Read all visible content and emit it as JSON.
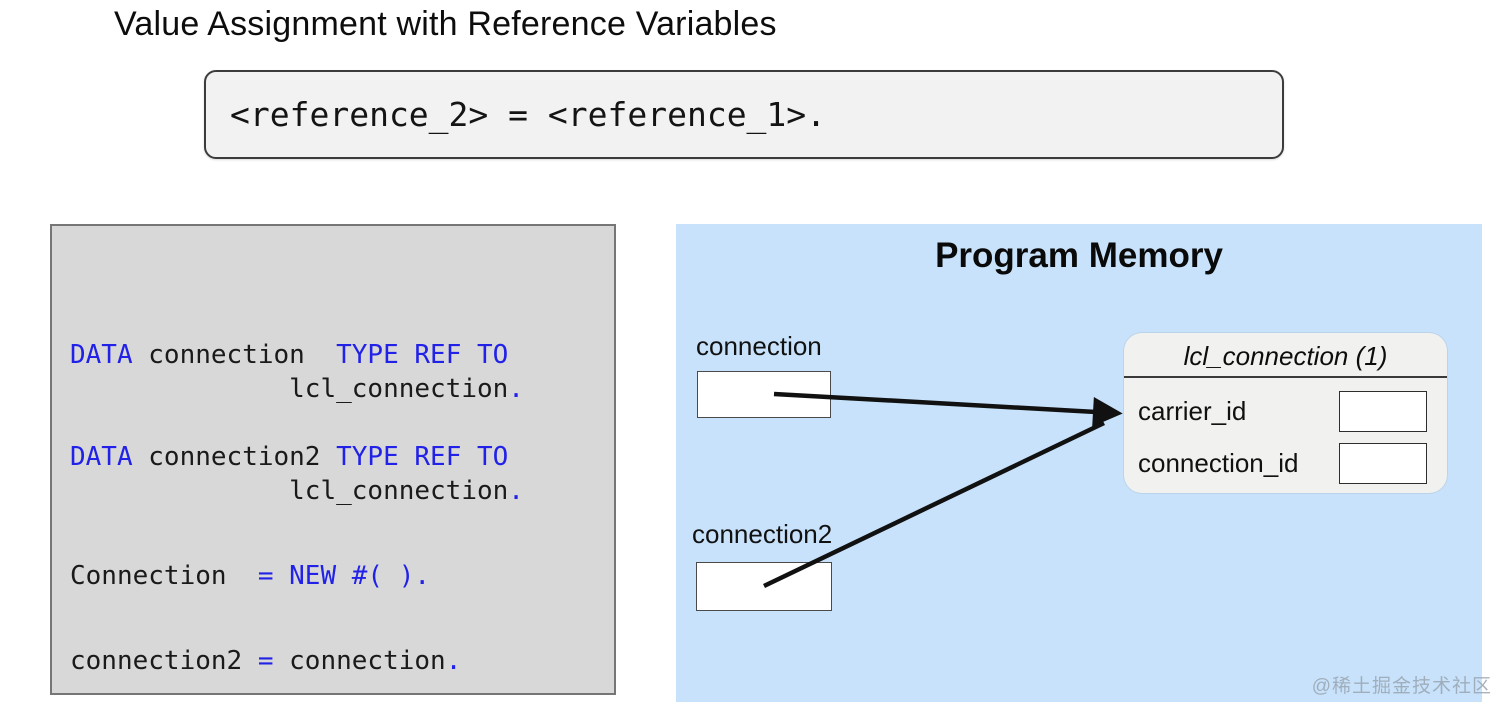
{
  "title": "Value Assignment with Reference Variables",
  "syntax_box": {
    "code": "<reference_2> = <reference_1>."
  },
  "code_panel": {
    "lines": [
      {
        "segments": [
          {
            "text": "DATA",
            "style": "keyword"
          },
          {
            "text": " connection  ",
            "style": "plain"
          },
          {
            "text": "TYPE REF TO",
            "style": "keyword"
          }
        ]
      },
      {
        "segments": [
          {
            "text": "              lcl_connection",
            "style": "plain"
          },
          {
            "text": ".",
            "style": "keyword"
          }
        ]
      },
      {
        "gap": "g1",
        "segments": [
          {
            "text": "DATA",
            "style": "keyword"
          },
          {
            "text": " connection2 ",
            "style": "plain"
          },
          {
            "text": "TYPE REF TO",
            "style": "keyword"
          }
        ]
      },
      {
        "segments": [
          {
            "text": "              lcl_connection",
            "style": "plain"
          },
          {
            "text": ".",
            "style": "keyword"
          }
        ]
      },
      {
        "gap": "g2",
        "segments": [
          {
            "text": "Connection  ",
            "style": "plain"
          },
          {
            "text": "= NEW #( ).",
            "style": "keyword"
          }
        ]
      },
      {
        "gap": "g2",
        "segments": [
          {
            "text": "connection2 ",
            "style": "plain"
          },
          {
            "text": "= ",
            "style": "keyword"
          },
          {
            "text": "connection",
            "style": "plain"
          },
          {
            "text": ".",
            "style": "keyword"
          }
        ]
      }
    ]
  },
  "memory": {
    "title": "Program Memory",
    "reference_variables": [
      {
        "label": "connection"
      },
      {
        "label": "connection2"
      }
    ],
    "object": {
      "header": "lcl_connection (1)",
      "fields": [
        {
          "label": "carrier_id"
        },
        {
          "label": "connection_id"
        }
      ]
    }
  },
  "colors": {
    "keyword-blue": "#2121e8",
    "memory-panel-blue": "#c7e2fa",
    "code-panel-gray": "#d8d8d8",
    "arrow-black": "#111111"
  },
  "watermark": "@稀土掘金技术社区"
}
